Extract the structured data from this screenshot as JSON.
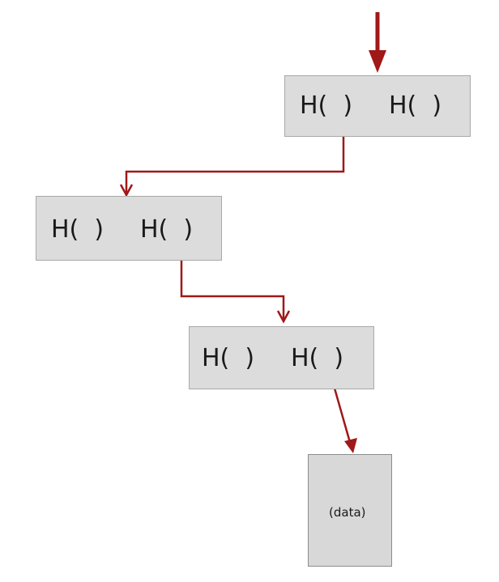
{
  "hash_nodes": [
    {
      "left_pointer": "H(  )",
      "right_pointer": "H(  )"
    },
    {
      "left_pointer": "H(  )",
      "right_pointer": "H(  )"
    },
    {
      "left_pointer": "H(  )",
      "right_pointer": "H(  )"
    }
  ],
  "data_block": {
    "label": "(data)"
  },
  "colors": {
    "arrow": "#a01818",
    "node_fill": "#dcdcdc",
    "node_border": "#a8a8a8"
  }
}
